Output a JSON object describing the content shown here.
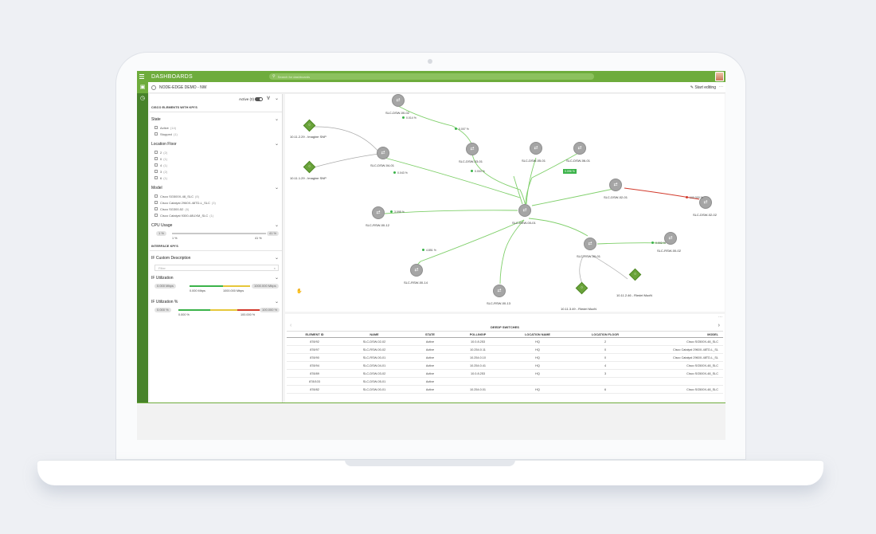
{
  "app": {
    "title": "DASHBOARDS",
    "search_placeholder": "Search for dashboards",
    "icons": {
      "menu": "grid-menu-icon",
      "search": "search-icon",
      "avatar": "user-avatar"
    },
    "colors": {
      "brand_green": "#6eac3c",
      "rail_green": "#47822a",
      "link_green": "#3bb34a",
      "alarm_red": "#d23a2c"
    }
  },
  "dashboard": {
    "name": "NODE-EDGE DEMO - NW",
    "start_editing": "Start editing",
    "more": "···"
  },
  "filters": {
    "active_label": "Active (0)",
    "section_title": "CISCO ELEMENTS WITH KPI'S",
    "state": {
      "title": "State",
      "options": [
        {
          "label": "Active",
          "count": "(14)"
        },
        {
          "label": "Stopped",
          "count": "(1)"
        }
      ]
    },
    "location_floor": {
      "title": "Location Floor",
      "options": [
        {
          "label": "2",
          "count": "(2)"
        },
        {
          "label": "0",
          "count": "(1)"
        },
        {
          "label": "4",
          "count": "(1)"
        },
        {
          "label": "3",
          "count": "(2)"
        },
        {
          "label": "6",
          "count": "(1)"
        }
      ]
    },
    "model": {
      "title": "Model",
      "options": [
        {
          "label": "Cisco SG500X-48_SLC",
          "count": "(8)"
        },
        {
          "label": "Cisco Catalyst 2960X-48TD-L_SLC",
          "count": "(3)"
        },
        {
          "label": "Cisco SG300-52",
          "count": "(6)"
        },
        {
          "label": "Cisco Catalyst 9300-48UXM_SLC",
          "count": "(1)"
        }
      ]
    },
    "cpu_usage": {
      "title": "CPU Usage",
      "min": "1 %",
      "max": "41 %",
      "low_label": "1 %",
      "high_label": "41 %"
    },
    "interface_section": "INTERFACE KPI'S",
    "if_custom_description": {
      "title": "IF Custom Description",
      "placeholder": "Filter"
    },
    "if_utilization": {
      "title": "IF Utilization",
      "min": "0.000 Mbps",
      "max": "1000.000 Mbps",
      "low_label": "0.000 Mbps",
      "high_label": "1000.000 Mbps"
    },
    "if_utilization_pct": {
      "title": "IF Utilization %",
      "min": "0.000 %",
      "max": "100.000 %",
      "low_label": "0.000 %",
      "high_label": "100.000 %"
    }
  },
  "topology": {
    "nodes": [
      {
        "label": "SLC-DSW-00-02"
      },
      {
        "label": "SLC-DSW-04-01"
      },
      {
        "label": "SLC-DSW-03-01"
      },
      {
        "label": "SLC-DSW-05-01"
      },
      {
        "label": "SLC-DSW-06-01"
      },
      {
        "label": "SLC-DSW-02-01"
      },
      {
        "label": "SLC-DSW-02-02"
      },
      {
        "label": "SLC-RSW-00-12"
      },
      {
        "label": "SLC-RSW-00-01"
      },
      {
        "label": "SLC-RSW-00-14"
      },
      {
        "label": "SLC-RSW-00-02"
      },
      {
        "label": "SLC-RSW-00-13"
      },
      {
        "label": "SLC-BSW-00-01"
      }
    ],
    "diamonds": [
      {
        "label": "10.11.2.29 - Imagine SNP"
      },
      {
        "label": "10.11.1.29 - Imagine SNP"
      },
      {
        "label": "10.11.3.49 - Riedel MuxN"
      },
      {
        "label": "10.11.2.46 - Riedel MuxN"
      }
    ],
    "edge_labels": [
      "0.014 %",
      "0.007 %",
      "0.043 %",
      "0.004 %",
      "3.098 %",
      "0.002 %",
      "100.000 %",
      "4.851 %",
      "0.410 %"
    ],
    "badge": "0.096 %"
  },
  "table": {
    "title": "DEEDP SWITCHES",
    "columns": [
      "ELEMENT ID",
      "NAME",
      "STATE",
      "POLLINGIP",
      "LOCATION NAME",
      "LOCATION FLOOR",
      "MODEL"
    ],
    "rows": [
      [
        "878/92",
        "SLC-DSW-02-02",
        "Active",
        "10.0.8.253",
        "HQ",
        "2",
        "Cisco SG500X-48_SLC"
      ],
      [
        "878/97",
        "SLC-RSW-00-02",
        "Active",
        "10.254.0.11",
        "HQ",
        "0",
        "Cisco Catalyst 2960X-48TD-L_SL"
      ],
      [
        "878/90",
        "SLC-RSW-00-01",
        "Active",
        "10.254.0.10",
        "HQ",
        "0",
        "Cisco Catalyst 2960X-48TD-L_SL"
      ],
      [
        "878/94",
        "SLC-DSW-04-01",
        "Active",
        "10.254.0.41",
        "HQ",
        "4",
        "Cisco SG500X-48_SLC"
      ],
      [
        "878/89",
        "SLC-DSW-03-02",
        "Active",
        "10.0.8.253",
        "HQ",
        "3",
        "Cisco SG500X-48_SLC"
      ],
      [
        "878/103",
        "SLC-DSW-05-01",
        "Active",
        "",
        "",
        "",
        ""
      ],
      [
        "878/82",
        "SLC-DSW-00-01",
        "Active",
        "10.254.0.01",
        "HQ",
        "6",
        "Cisco SG500X-48_SLC"
      ]
    ]
  }
}
